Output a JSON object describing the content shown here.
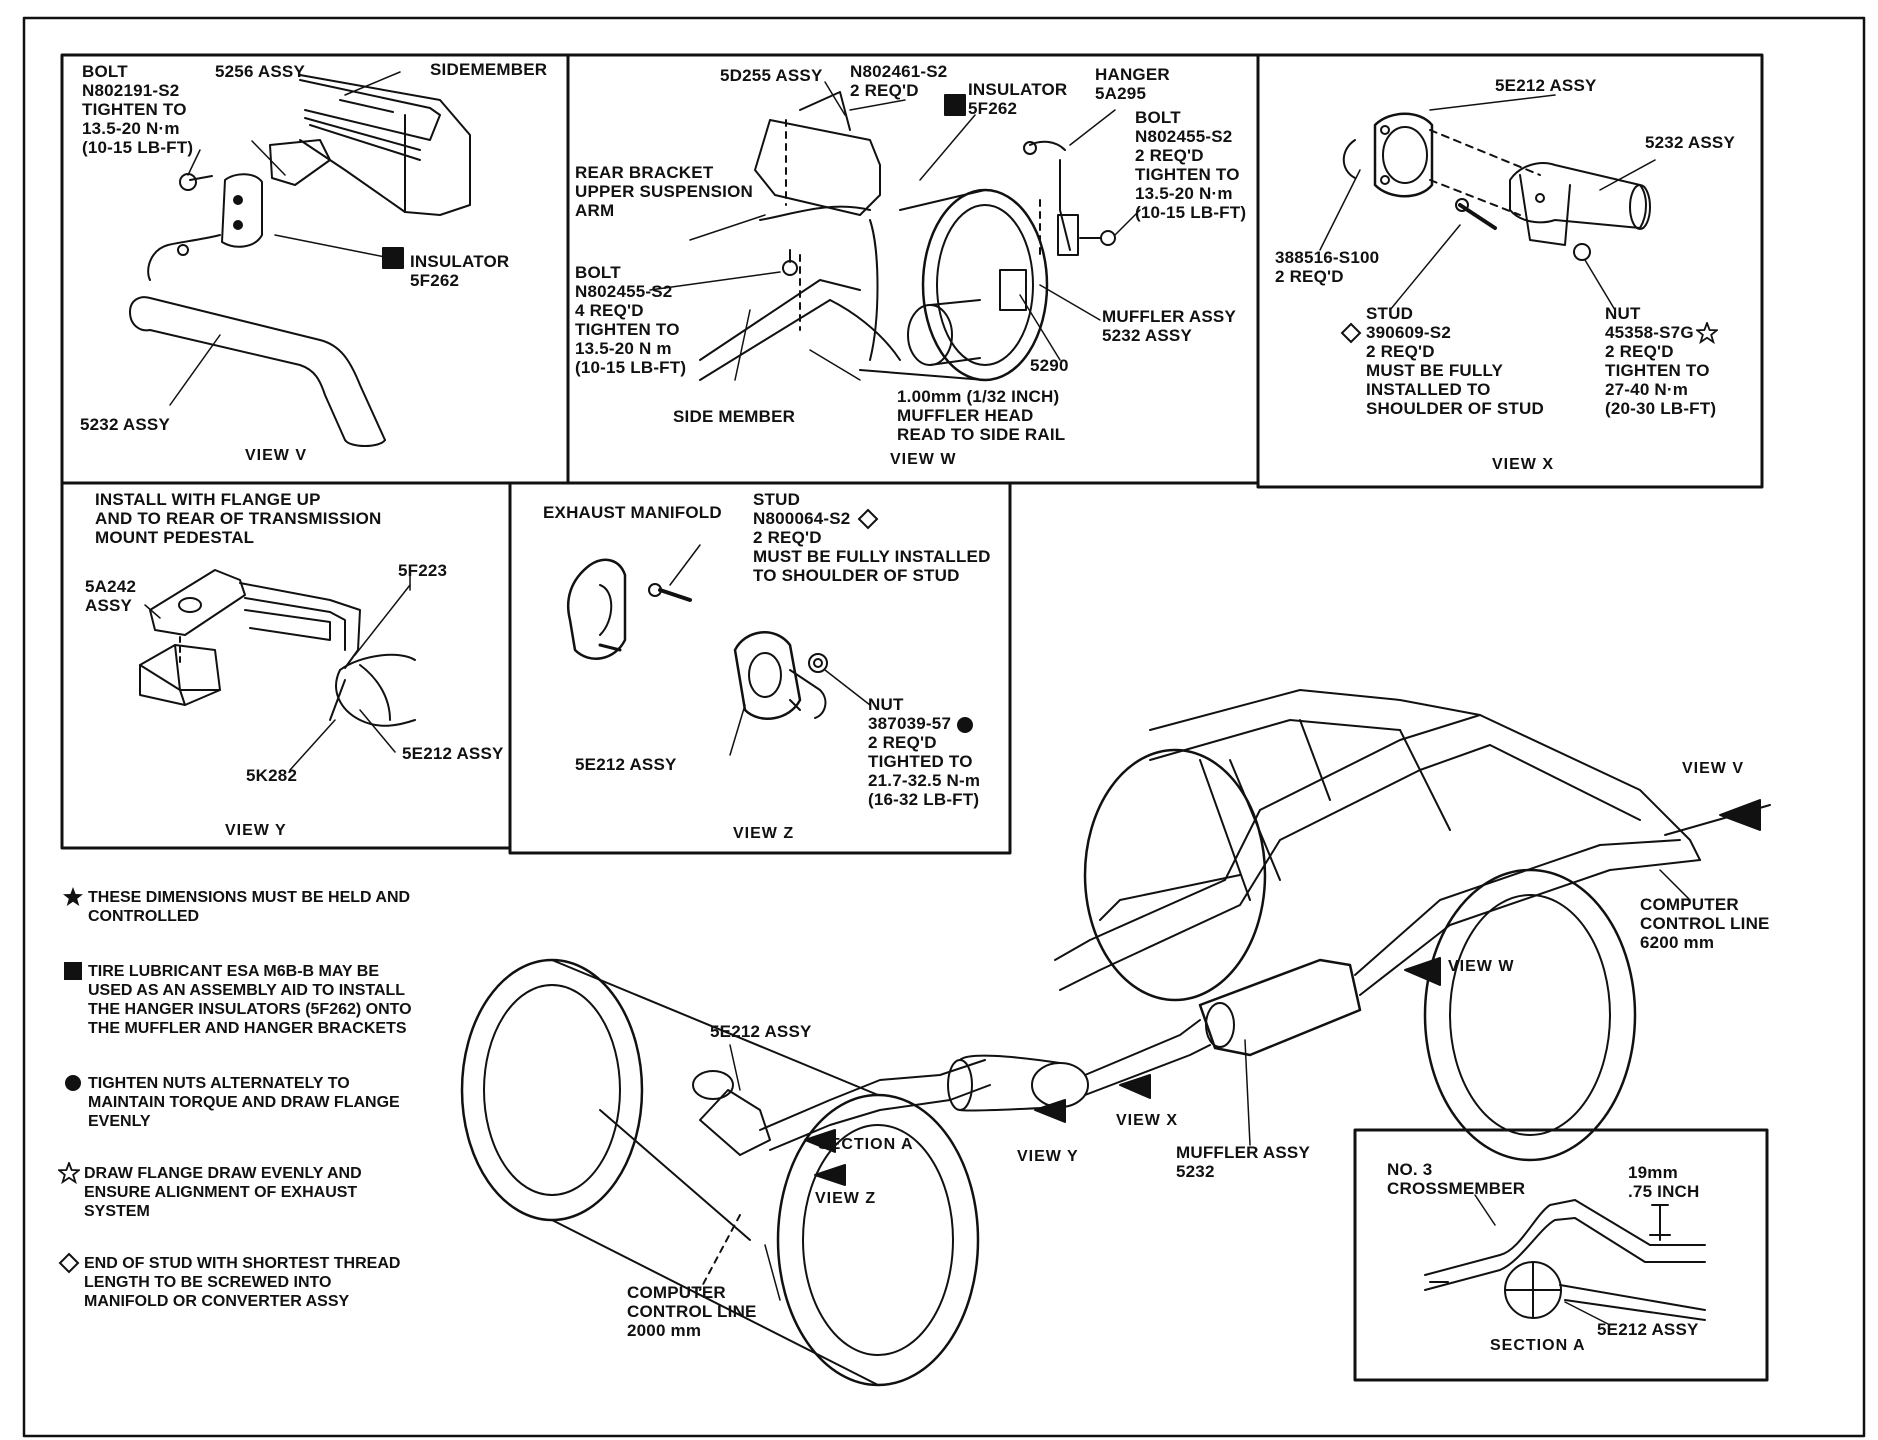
{
  "views": {
    "v": {
      "title": "VIEW V",
      "bolt": "BOLT\nN802191-S2\nTIGHTEN TO\n13.5-20 N·m\n(10-15 LB-FT)",
      "assy_5256": "5256 ASSY",
      "sidemember": "SIDEMEMBER",
      "insulator": "INSULATOR\n5F262",
      "assy_5232": "5232 ASSY"
    },
    "w": {
      "title": "VIEW W",
      "d255": "5D255 ASSY",
      "n802461": "N802461-S2\n2 REQ'D",
      "insulator": "INSULATOR\n5F262",
      "hanger": "HANGER\n5A295",
      "bolt_right": "BOLT\nN802455-S2\n2 REQ'D\nTIGHTEN TO\n13.5-20 N·m\n(10-15 LB-FT)",
      "rear_bracket": "REAR BRACKET\nUPPER SUSPENSION\nARM",
      "bolt_left": "BOLT\nN802455-S2\n4 REQ'D\nTIGHTEN TO\n13.5-20 N m\n(10-15 LB-FT)",
      "muffler": "MUFFLER ASSY\n5232 ASSY",
      "p5290": "5290",
      "side_member": "SIDE MEMBER",
      "gap": "1.00mm (1/32 INCH)\nMUFFLER HEAD\nREAD TO SIDE RAIL"
    },
    "x": {
      "title": "VIEW X",
      "e212": "5E212 ASSY",
      "assy_5232": "5232 ASSY",
      "p388516": "388516-S100\n2 REQ'D",
      "stud": "STUD\n390609-S2\n2 REQ'D\nMUST BE FULLY\nINSTALLED TO\nSHOULDER OF STUD",
      "nut": "NUT\n45358-S7G\n2 REQ'D\nTIGHTEN TO\n27-40 N·m\n(20-30 LB-FT)"
    },
    "y": {
      "title": "VIEW Y",
      "install": "INSTALL WITH FLANGE UP\nAND TO REAR OF TRANSMISSION\nMOUNT PEDESTAL",
      "a242": "5A242\nASSY",
      "f223": "5F223",
      "e212": "5E212 ASSY",
      "k282": "5K282"
    },
    "z": {
      "title": "VIEW Z",
      "exhaust_manifold": "EXHAUST MANIFOLD",
      "stud": "STUD\nN800064-S2\n2 REQ'D\nMUST BE FULLY INSTALLED\nTO SHOULDER OF STUD",
      "nut": "NUT\n387039-57\n2 REQ'D\nTIGHTED TO\n21.7-32.5 N-m\n(16-32 LB-FT)",
      "e212": "5E212 ASSY"
    }
  },
  "overview": {
    "view_v": "VIEW V",
    "view_w": "VIEW W",
    "view_x": "VIEW X",
    "view_y": "VIEW Y",
    "view_z": "VIEW Z",
    "section_a": "SECTION A",
    "e212": "5E212 ASSY",
    "ccl_rear": "COMPUTER\nCONTROL LINE\n6200 mm",
    "ccl_front": "COMPUTER\nCONTROL LINE\n2000 mm",
    "muffler": "MUFFLER ASSY\n5232"
  },
  "section_a": {
    "title": "SECTION A",
    "crossmember": "NO. 3\nCROSSMEMBER",
    "dim": "19mm\n.75 INCH",
    "e212": "5E212 ASSY"
  },
  "notes": [
    {
      "symbol": "star-solid",
      "text": "THESE DIMENSIONS MUST BE HELD AND\nCONTROLLED"
    },
    {
      "symbol": "square-solid",
      "text": "TIRE LUBRICANT ESA M6B-B MAY BE\nUSED AS AN ASSEMBLY AID TO INSTALL\nTHE HANGER INSULATORS (5F262) ONTO\nTHE MUFFLER AND HANGER BRACKETS"
    },
    {
      "symbol": "circle-solid",
      "text": "TIGHTEN NUTS ALTERNATELY TO\nMAINTAIN TORQUE AND DRAW FLANGE\nEVENLY"
    },
    {
      "symbol": "star-outline",
      "text": "DRAW FLANGE DRAW EVENLY AND\nENSURE ALIGNMENT OF EXHAUST\nSYSTEM"
    },
    {
      "symbol": "diamond-outline",
      "text": "END OF STUD WITH SHORTEST THREAD\nLENGTH TO BE SCREWED INTO\nMANIFOLD OR CONVERTER ASSY"
    }
  ]
}
